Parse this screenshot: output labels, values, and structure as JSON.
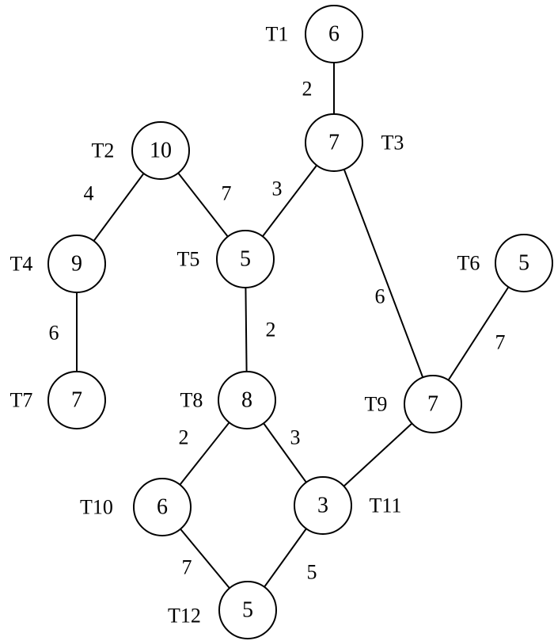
{
  "graph": {
    "nodes": [
      {
        "id": "T1",
        "label": "T1",
        "weight": "6"
      },
      {
        "id": "T2",
        "label": "T2",
        "weight": "10"
      },
      {
        "id": "T3",
        "label": "T3",
        "weight": "7"
      },
      {
        "id": "T4",
        "label": "T4",
        "weight": "9"
      },
      {
        "id": "T5",
        "label": "T5",
        "weight": "5"
      },
      {
        "id": "T6",
        "label": "T6",
        "weight": "5"
      },
      {
        "id": "T7",
        "label": "T7",
        "weight": "7"
      },
      {
        "id": "T8",
        "label": "T8",
        "weight": "8"
      },
      {
        "id": "T9",
        "label": "T9",
        "weight": "7"
      },
      {
        "id": "T10",
        "label": "T10",
        "weight": "6"
      },
      {
        "id": "T11",
        "label": "T11",
        "weight": "3"
      },
      {
        "id": "T12",
        "label": "T12",
        "weight": "5"
      }
    ],
    "edges": [
      {
        "from": "T1",
        "to": "T3",
        "weight": "2"
      },
      {
        "from": "T2",
        "to": "T4",
        "weight": "4"
      },
      {
        "from": "T2",
        "to": "T5",
        "weight": "7"
      },
      {
        "from": "T3",
        "to": "T5",
        "weight": "3"
      },
      {
        "from": "T3",
        "to": "T9",
        "weight": "6"
      },
      {
        "from": "T4",
        "to": "T7",
        "weight": "6"
      },
      {
        "from": "T5",
        "to": "T8",
        "weight": "2"
      },
      {
        "from": "T6",
        "to": "T9",
        "weight": "7"
      },
      {
        "from": "T8",
        "to": "T10",
        "weight": "2"
      },
      {
        "from": "T8",
        "to": "T11",
        "weight": "3"
      },
      {
        "from": "T9",
        "to": "T11",
        "weight": ""
      },
      {
        "from": "T10",
        "to": "T12",
        "weight": "7"
      },
      {
        "from": "T11",
        "to": "T12",
        "weight": "5"
      }
    ]
  }
}
